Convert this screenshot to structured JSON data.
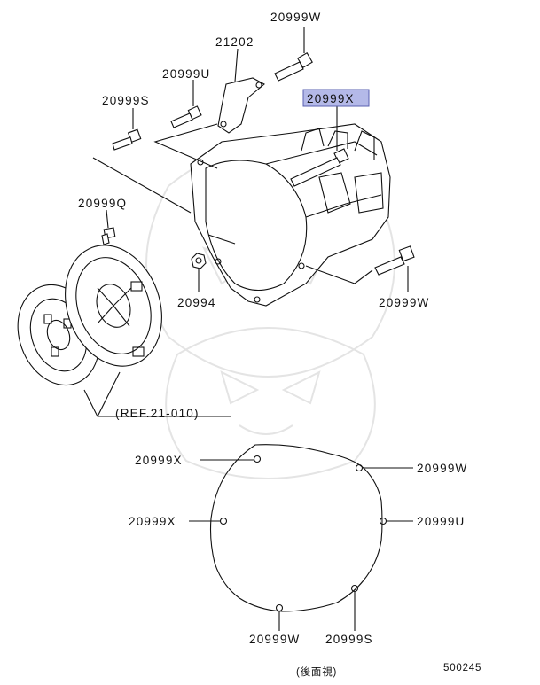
{
  "diagram": {
    "labels": {
      "top_bolt": "20999W",
      "bracket": "21202",
      "bolt_u_top": "20999U",
      "highlighted_bolt": "20999X",
      "bolt_s_top": "20999S",
      "bolt_q": "20999Q",
      "nut": "20994",
      "bolt_w_right": "20999W",
      "ref": "(REF.21-010)",
      "rear_x_top": "20999X",
      "rear_w_right": "20999W",
      "rear_x_left": "20999X",
      "rear_u_right": "20999U",
      "rear_w_bottom": "20999W",
      "rear_s_bottom": "20999S",
      "view_caption": "(後面視)",
      "diagram_number": "500245"
    },
    "highlight_color": "#b4b9e8"
  }
}
